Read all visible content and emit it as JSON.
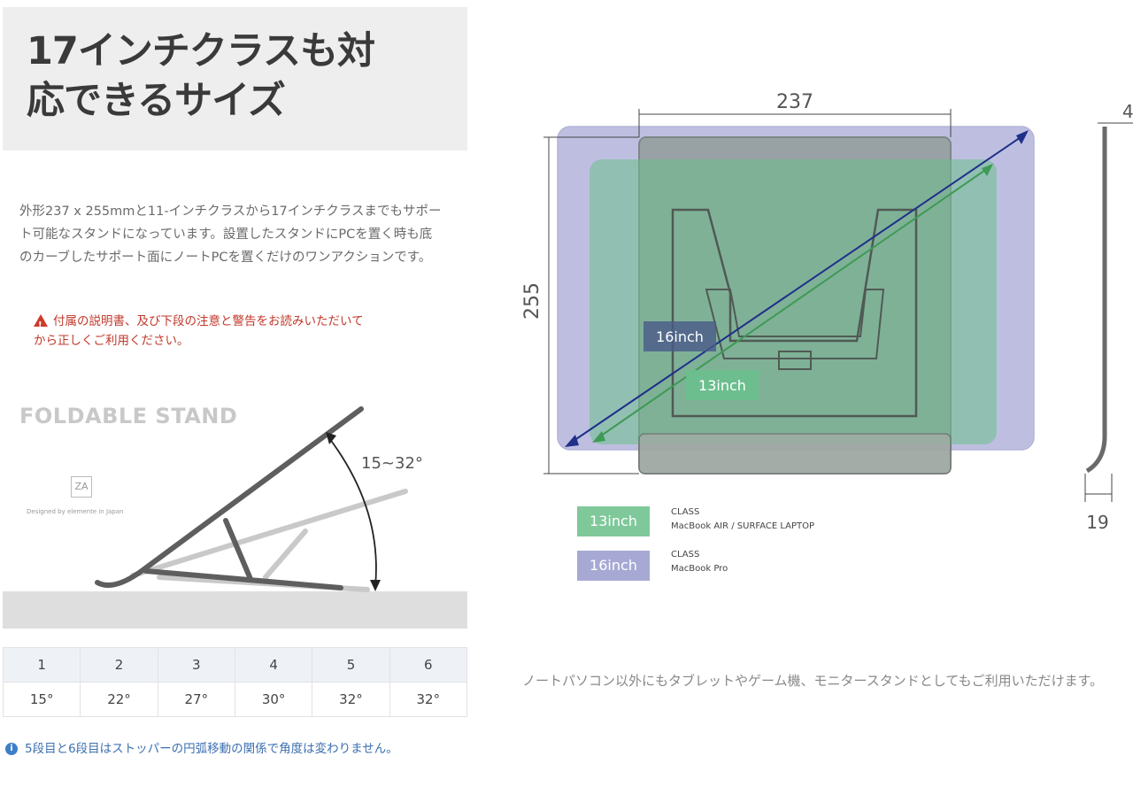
{
  "title_line1": "17インチクラスも対",
  "title_line2": "応できるサイズ",
  "description": "外形237 x 255mmと11-インチクラスから17インチクラスまでもサポート可能なスタンドになっています。設置したスタンドにPCを置く時も底のカーブしたサポート面にノートPCを置くだけのワンアクションです。",
  "warning_line1": "付属の説明書、及び下段の注意と警告をお読みいただいて",
  "warning_line2": "から正しくご利用ください。",
  "foldable_title": "FOLDABLE STAND",
  "logo_mark": "ZA",
  "designed_by": "Designed by elemente in Japan",
  "angle_range": "15~32°",
  "angle_table": {
    "steps": [
      "1",
      "2",
      "3",
      "4",
      "5",
      "6"
    ],
    "angles": [
      "15°",
      "22°",
      "27°",
      "30°",
      "32°",
      "32°"
    ]
  },
  "note": "5段目と6段目はストッパーの円弧移動の関係で角度は変わりません。",
  "diagram": {
    "width_label": "237",
    "height_label": "255",
    "depth_top_label": "4",
    "depth_bottom_label": "19",
    "label_16": "16inch",
    "label_13": "13inch"
  },
  "legend": [
    {
      "swatch": "13inch",
      "line1": "CLASS",
      "line2": "MacBook AIR / SURFACE LAPTOP",
      "color": "#7fc89a"
    },
    {
      "swatch": "16inch",
      "line1": "CLASS",
      "line2": "MacBook Pro",
      "color": "#a7a9d4"
    }
  ],
  "bottom_note": "ノートパソコン以外にもタブレットやゲーム機、モニタースタンドとしてもご利用いただけます。",
  "colors": {
    "class16": "#7d7fc4",
    "class13": "#6cbf8d",
    "stand": "#7b8a82",
    "arrow16": "#1f2f8a",
    "arrow13": "#3e9a55"
  }
}
